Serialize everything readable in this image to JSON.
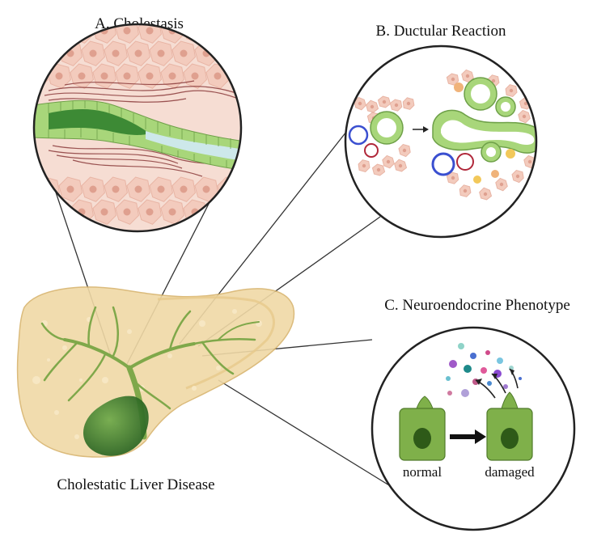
{
  "labels": {
    "panel_a": "A. Cholestasis",
    "panel_b": "B. Ductular Reaction",
    "panel_c": "C. Neuroendocrine Phenotype",
    "liver": "Cholestatic Liver Disease",
    "cell_normal": "normal",
    "cell_damaged": "damaged"
  },
  "colors": {
    "liver_fill": "#f0d9a6",
    "liver_edge": "#d8b46e",
    "bile_duct_green": "#7fa84a",
    "gallbladder": "#2f7a2a",
    "hepatocyte": "#f3cbbd",
    "hepatocyte_nucleus": "#dfa08f",
    "duct_wall": "#a8d67a",
    "duct_lumen_dark": "#3d8a35",
    "duct_lumen_light": "#cde8ea",
    "collagen": "#8a3a3a",
    "vessel_blue": "#3a4fd0",
    "vessel_red": "#b0283a",
    "cell_green": "#7fb04a",
    "cell_nucleus": "#2e5a18"
  },
  "icons": {
    "arrow_b": "right-arrow-icon",
    "arrow_c": "bold-right-arrow-icon",
    "secretion_arrows": "curved-arrow-icon"
  }
}
